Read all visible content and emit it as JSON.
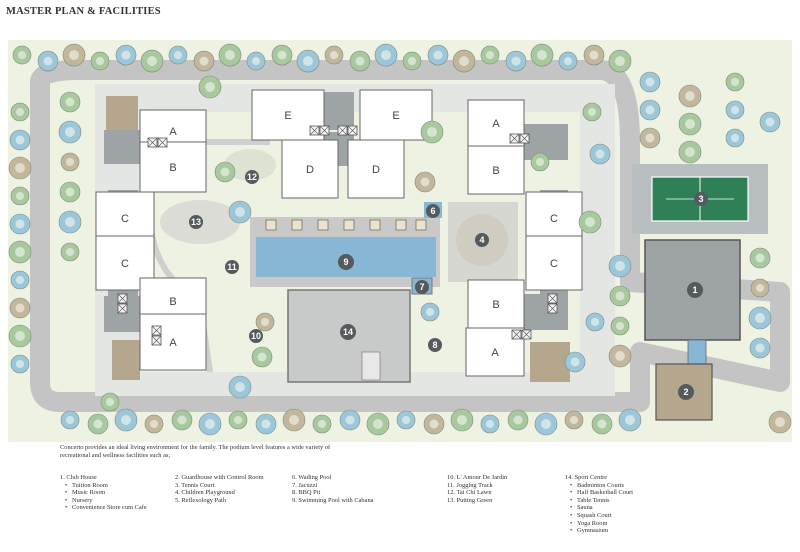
{
  "title": "MASTER PLAN & FACILITIES",
  "intro": "Concerto provides an ideal living environment for the family. The podium level features a wide variety of recreational and wellness facilities such as;",
  "blocks": [
    "A",
    "B",
    "C",
    "C",
    "B",
    "A",
    "E",
    "E",
    "D",
    "D",
    "A",
    "B",
    "C",
    "C",
    "B",
    "A"
  ],
  "markers": [
    "1",
    "2",
    "3",
    "4",
    "6",
    "7",
    "8",
    "9",
    "10",
    "11",
    "12",
    "13",
    "14"
  ],
  "legend": {
    "col1": {
      "head": "1. Club House",
      "subs": [
        "Tuition Room",
        "Music Room",
        "Nursery",
        "Convenience Store cum Cafe"
      ]
    },
    "col2": [
      "2. Guardhouse with Control Room",
      "3. Tennis Court",
      "4. Children Playground",
      "5. Reflexology Path"
    ],
    "col3": [
      "6. Wading Pool",
      "7. Jacuzzi",
      "8. BBQ Pit",
      "9. Swimming Pool with Cabana"
    ],
    "col4": [
      "10. L' Amour De Jardin",
      "11. Jogging Track",
      "12. Tai Chi Lawn",
      "13. Putting Green"
    ],
    "col5": {
      "head": "14. Sport Centre",
      "subs": [
        "Badminton Courts",
        "Half Basketball Court",
        "Table Tennis",
        "Sauna",
        "Squash Court",
        "Yoga Room",
        "Gymnasium"
      ]
    }
  },
  "colors": {
    "lawn": "#eef2e2",
    "road": "#c4c4c4",
    "building": "#ffffff",
    "core": "#9ea4a5",
    "brown": "#b5a78e",
    "pool": "#87b7d5",
    "marker": "#555a5c",
    "tree_green": "#a8c89e",
    "tree_blue": "#9cc7da",
    "tree_tan": "#c2b69c"
  }
}
